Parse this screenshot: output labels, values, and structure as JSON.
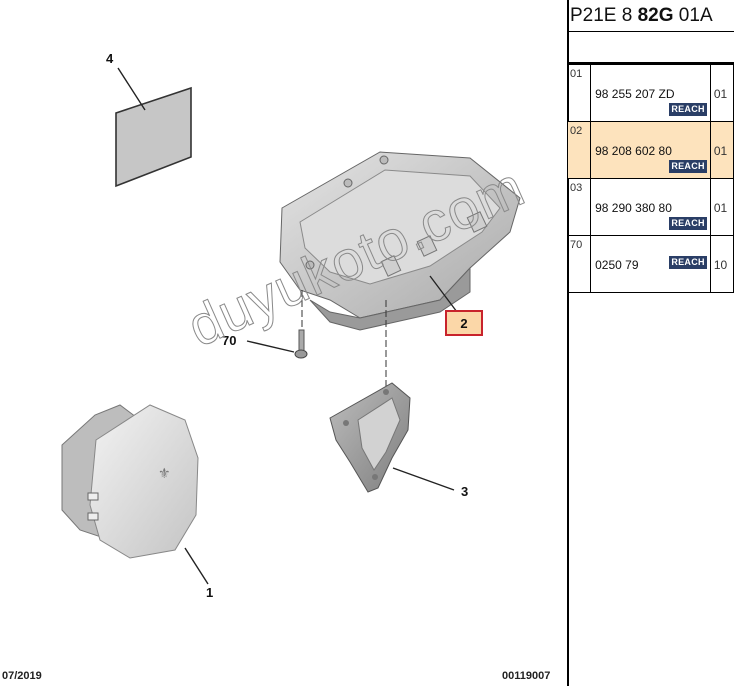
{
  "panel": {
    "title_prefix": "P21E 8 ",
    "title_bold": "82G",
    "title_suffix": " 01A",
    "parts": [
      {
        "index": "01",
        "reference": "98 255 207 ZD",
        "badge": "REACH",
        "qty": "01",
        "selected": false
      },
      {
        "index": "02",
        "reference": "98 208 602 80",
        "badge": "REACH",
        "qty": "01",
        "selected": true
      },
      {
        "index": "03",
        "reference": "98 290 380 80",
        "badge": "REACH",
        "qty": "01",
        "selected": false
      },
      {
        "index": "70",
        "reference": "0250 79",
        "badge": "REACH",
        "qty": "10",
        "selected": false
      }
    ]
  },
  "diagram": {
    "callouts": {
      "c1": "1",
      "c2": "2",
      "c3": "3",
      "c4": "4",
      "c70": "70"
    },
    "footer_date": "07/2019",
    "footer_code": "00119007",
    "watermark": "duyukoto.com"
  },
  "colors": {
    "selected_row": "#fde3bd",
    "selected_callout_border": "#c8232c",
    "reach_badge": "#2a3e66"
  }
}
